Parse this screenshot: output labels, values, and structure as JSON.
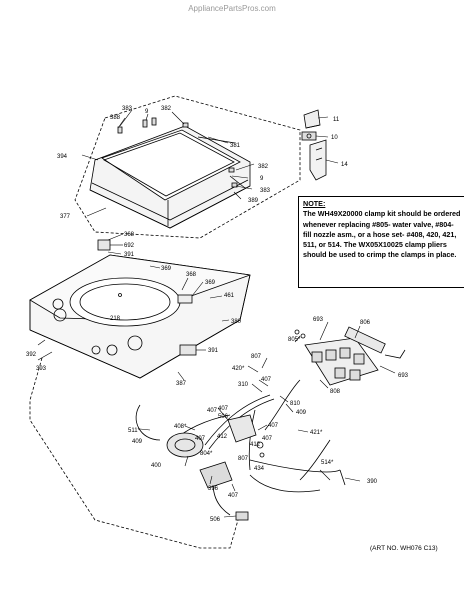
{
  "watermark": "AppliancePartsPros.com",
  "note": {
    "title": "NOTE:",
    "body": "The WH49X20000 clamp kit should be ordered whenever replacing #805- water valve, #804- fill nozzle asm., or a hose set- #408, 420, 421, 511, or 514. The WX05X10025 clamp pliers should be used to crimp the clamps in place."
  },
  "art_number": "(ART NO. WH076 C13)",
  "labels": {
    "p383a": "383",
    "p9a": "9",
    "p382": "382",
    "p388": "388",
    "p381": "381",
    "p394": "394",
    "p382b": "382",
    "p9b": "9",
    "p383b": "383",
    "p389": "389",
    "p377": "377",
    "p11": "11",
    "p10": "10",
    "p14": "14",
    "p368a": "368",
    "p692": "692",
    "p391a": "391",
    "p369a": "369",
    "p368b": "368",
    "p369b": "369",
    "p461": "461",
    "p218": "218",
    "p380": "380",
    "p392": "392",
    "p393": "393",
    "p391b": "391",
    "p387": "387",
    "p693a": "693",
    "p806": "806",
    "p805": "805*",
    "p693b": "693",
    "p807a": "807",
    "p420": "420*",
    "p407a": "407",
    "p310": "310",
    "p808": "808",
    "p810": "810",
    "p409": "409",
    "p511": "511*",
    "p408": "408*",
    "p407b": "407",
    "p407c": "407",
    "p506a": "506",
    "p407d": "407",
    "p421": "421*",
    "p409b": "409",
    "p412a": "412",
    "p412b": "412",
    "p407e": "407",
    "p804": "804*",
    "p807b": "807",
    "p407f": "407",
    "p434": "434",
    "p400": "400",
    "p396": "396",
    "p514": "514*",
    "p407g": "407",
    "p390": "390",
    "p506b": "506"
  }
}
